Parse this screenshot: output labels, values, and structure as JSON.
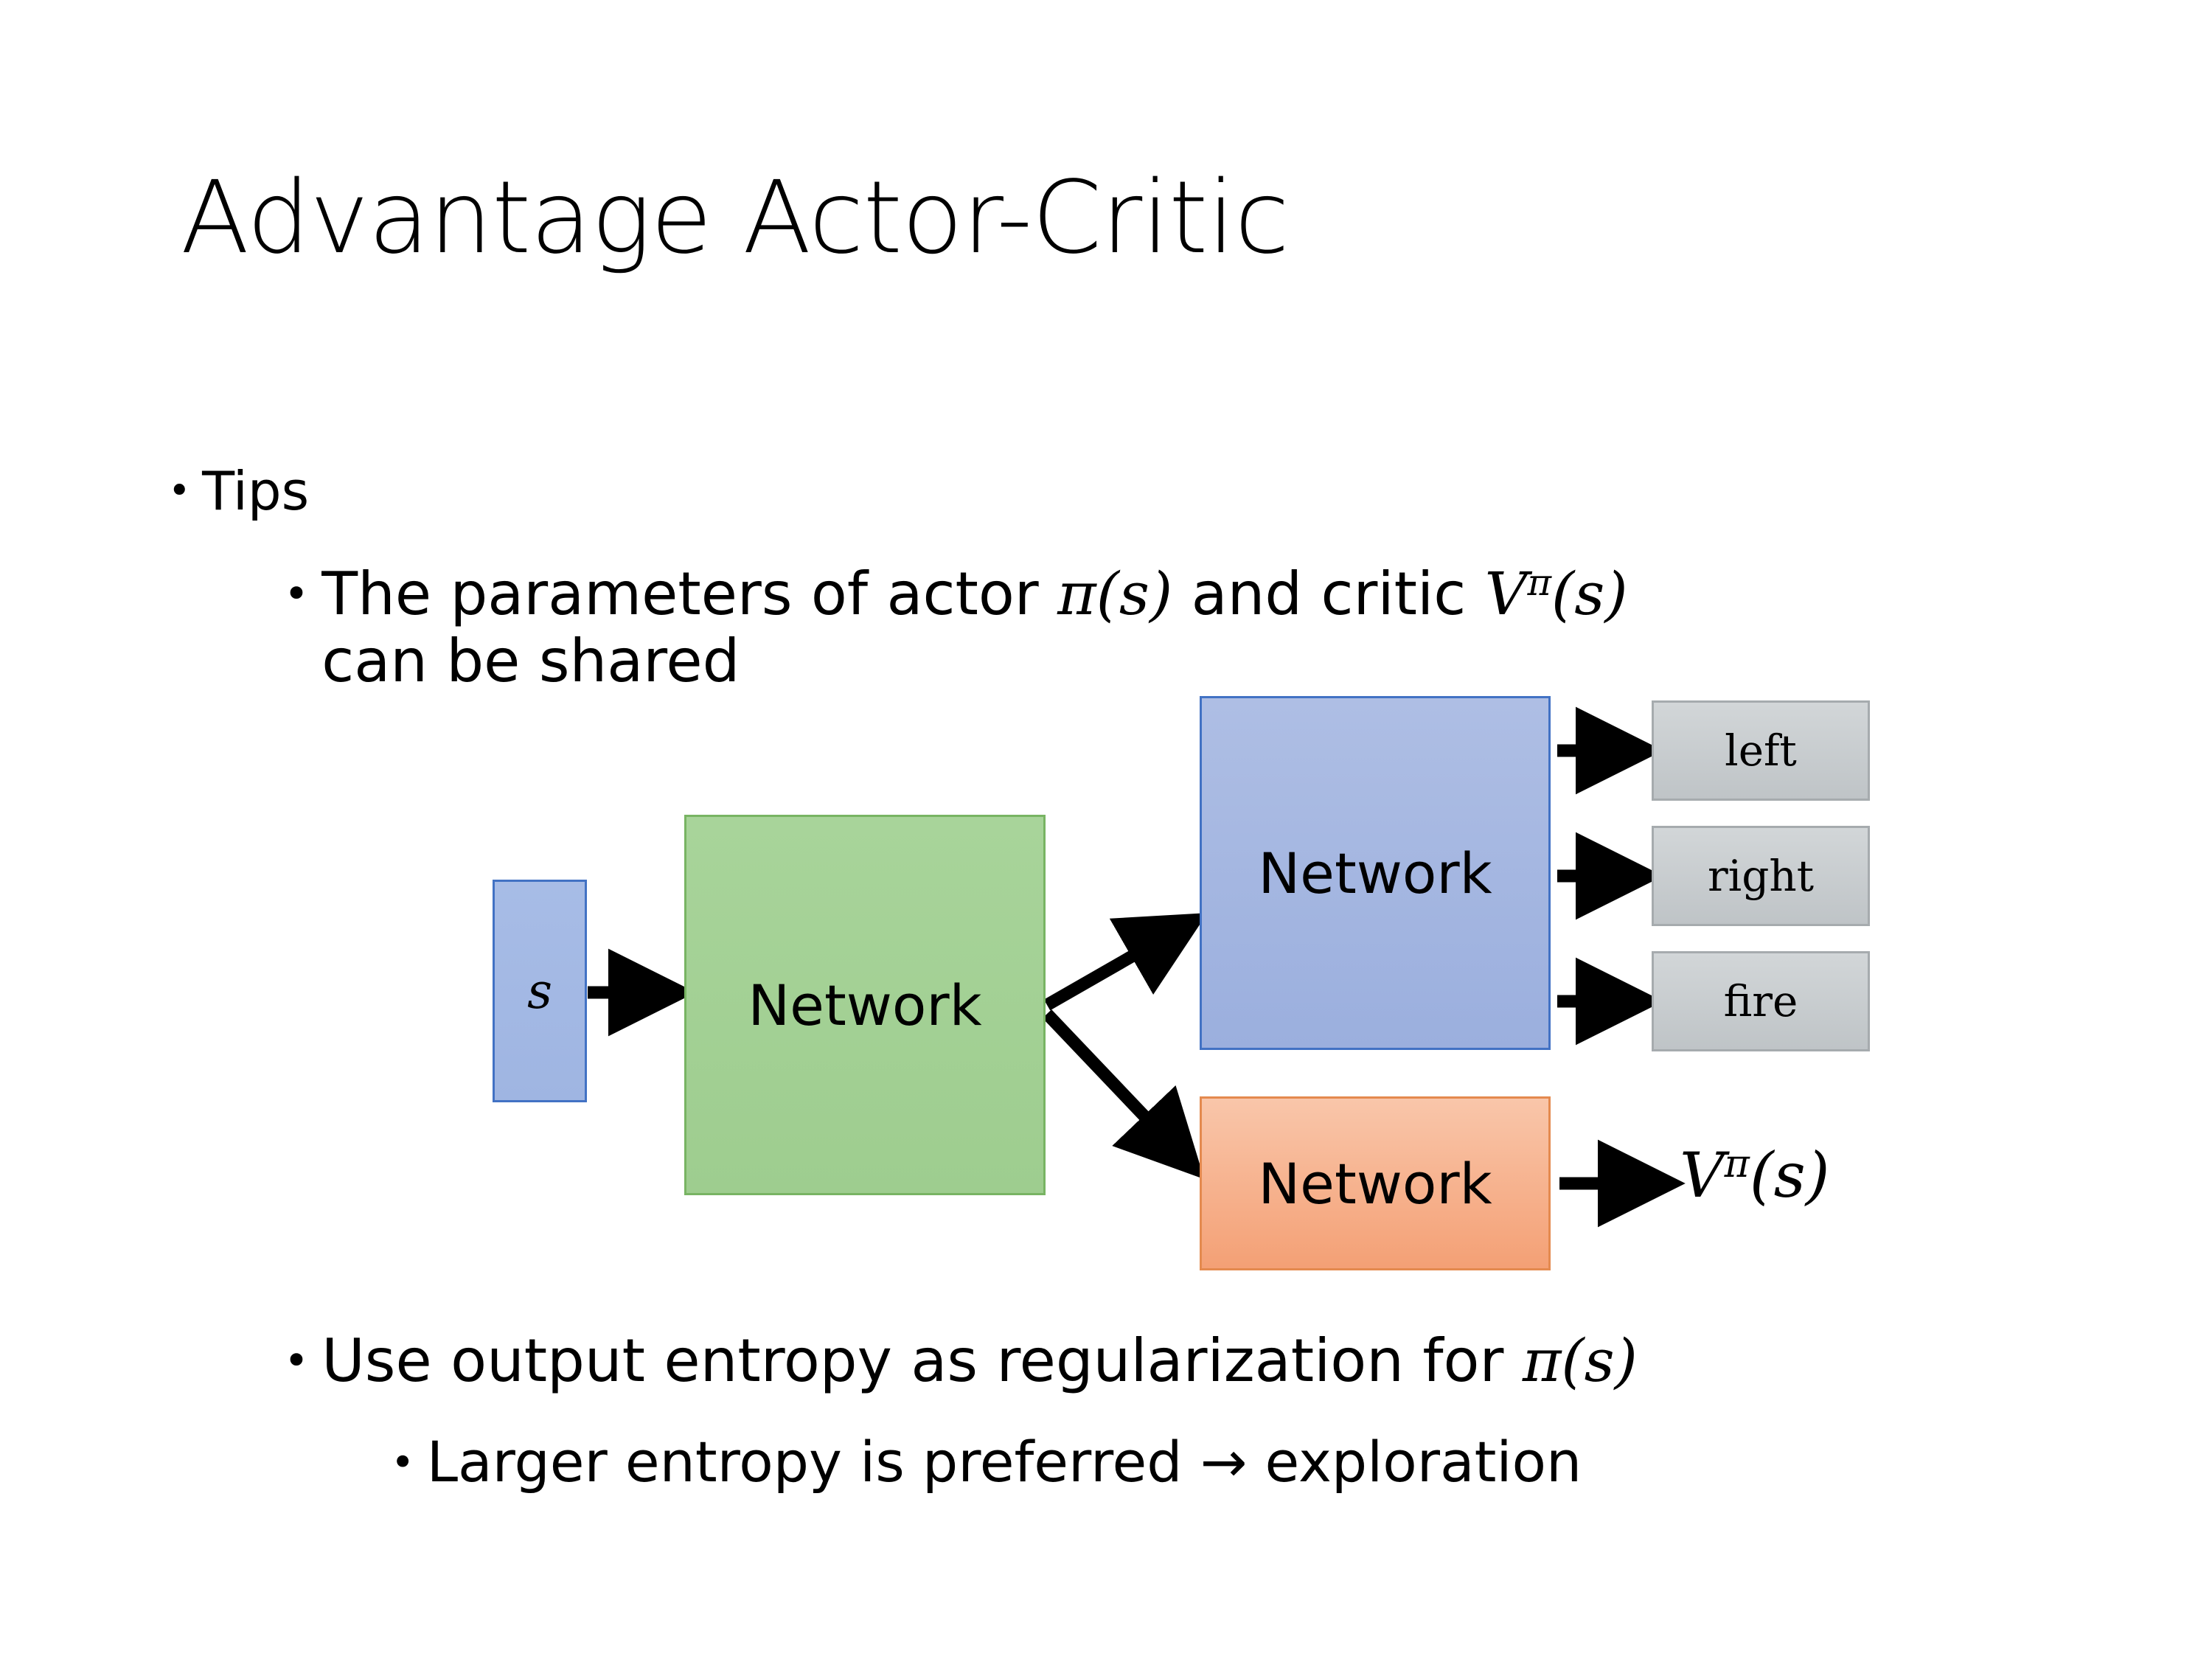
{
  "slide": {
    "title": "Advantage Actor-Critic",
    "background": "#FFFFFF"
  },
  "bullets": {
    "tips": {
      "marker": "•",
      "text": "Tips"
    },
    "parameters": {
      "marker": "•",
      "text_before_math": "The parameters of actor ",
      "math_actor": "π(s)",
      "text_middle": " and critic ",
      "math_critic_base": "V",
      "math_critic_sup": "π",
      "math_critic_arg": "(s)",
      "text_after": "can be shared"
    },
    "entropy": {
      "marker": "•",
      "text": "Use output entropy as regularization for ",
      "math": "π(s)"
    },
    "larger": {
      "marker": "•",
      "text": "Larger entropy is preferred → exploration"
    }
  },
  "diagram": {
    "state_box": {
      "label": "s",
      "fill": "#A7BCE6",
      "border": "#4272C4"
    },
    "shared_network": {
      "label": "Network",
      "fill": "#A8D49A",
      "border": "#78B463"
    },
    "actor_network": {
      "label": "Network",
      "fill": "#AEBEE4",
      "border": "#4272C4"
    },
    "critic_network": {
      "label": "Network",
      "fill": "#F4A075",
      "border": "#E48A4F"
    },
    "actions": [
      {
        "label": "left"
      },
      {
        "label": "right"
      },
      {
        "label": "fire"
      }
    ],
    "action_fill": "#C9CED1",
    "action_border": "#A6ABAE",
    "critic_output": {
      "base": "V",
      "sup": "π",
      "arg": "(s)"
    },
    "arrow_color": "#000000"
  }
}
